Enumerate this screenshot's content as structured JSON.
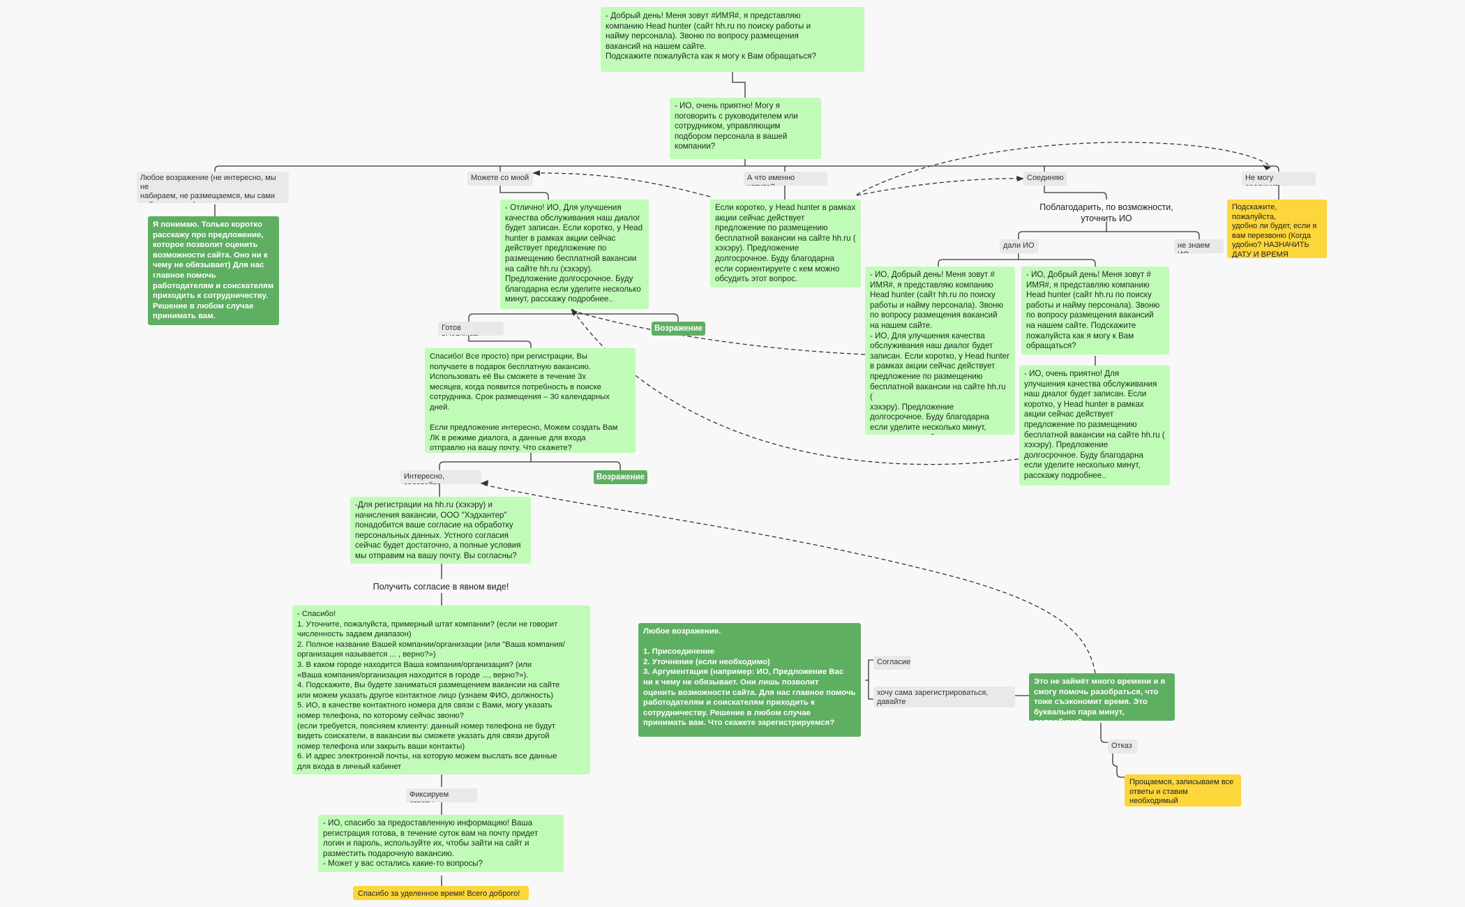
{
  "colors": {
    "light_green": "#c1fbb8",
    "dark_green": "#5faf62",
    "yellow": "#fcd63a",
    "tag_grey": "#e9e9e9",
    "line": "#333333"
  },
  "nodes": {
    "greeting": "- Добрый день! Меня зовут #ИМЯ#, я представляю\nкомпанию Head hunter (сайт hh.ru по поиску работы и\nнайму персонала). Звоню по вопросу размещения\nвакансий  на нашем сайте.\nПодскажите пожалуйста как я могу к Вам обращаться?",
    "ask_manager": "- ИО, очень приятно! Могу я\nпоговорить с руководителем или\nсотрудником, управляющим\nподбором персонала в вашей\nкомпании?",
    "any_objection": "Любое возражение (не интересно, мы не\nнабираем, не размещаемся, мы сами\nнабираем и т.д)",
    "can_with_me": "Можете со мной",
    "what_exactly": "А что именно хотите?",
    "connecting": "Соединяю",
    "cant_connect": "Не могу соединить",
    "understand": "Я понимаю. Только коротко\nрасскажу про предложение,\nкоторое позволит оценить\nвозможности сайта. Оно ни к\nчему не обязывает) Для нас\nглавное помочь\nработодателям и соискателям\nприходить к сотрудничеству.\nРешение в любом случае\nпринимать вам.",
    "excellent": "- Отлично! ИО, Для улучшения\nкачества обслуживания наш диалог\nбудет записан. Если коротко, у Head\nhunter в рамках акции сейчас\nдействует предложение по\nразмещению бесплатной вакансии\nна сайте hh.ru (хэхэру).\nПредложение долгосрочное. Буду\nблагодарна если уделите несколько\nминут, расскажу подробнее..",
    "in_short": "Если коротко, у Head hunter в рамках\nакции сейчас действует\nпредложение по размещению\nбесплатной вакансии на сайте hh.ru (\nхэхэру). Предложение\nдолгосрочное. Буду благодарна\nесли сориентируете с кем можно\nобсудить этот вопрос.",
    "thank_clarify": "Поблагодарить, по возможности,\nуточнить ИО",
    "gave_name": "дали ИО",
    "dont_know_name": "не знаем ИО",
    "ask_callback": "Подскажите, пожалуйста,\nудобно ли будет, если я\nвам перезвоню (Когда\nудобно? НАЗНАЧИТЬ\nДАТУ И ВРЕМЯ\nПЕРЕЗВОНА)?",
    "io_good_day": "- ИО, Добрый день! Меня зовут #\nИМЯ#, я представляю компанию\nHead hunter (сайт hh.ru по поиску\nработы и найму персонала). Звоню\nпо вопросу размещения вакансий\nна нашем сайте.\n- ИО, Для улучшения качества\nобслуживания наш диалог будет\nзаписан. Если коротко, у Head hunter\nв рамках акции сейчас действует\nпредложение по размещению\nбесплатной вакансии на сайте hh.ru (\nхэхэру). Предложение\nдолгосрочное. Буду благодарна\nесли уделите несколько минут,\nрасскажу подробнее..",
    "io_good_day2": "- ИО, Добрый день! Меня зовут #\nИМЯ#, я представляю компанию\nHead hunter (сайт hh.ru по поиску\nработы и найму персонала). Звоню\nпо вопросу размещения вакансий\nна нашем сайте. Подскажите\nпожалуйста как я могу к Вам\nобращаться?",
    "io_pleasure": "- ИО, очень приятно! Для\nулучшения качества обслуживания\nнаш диалог будет записан. Если\nкоротко, у Head hunter в рамках\nакции сейчас действует\nпредложение по размещению\nбесплатной вакансии на сайте hh.ru (\nхэхэру). Предложение\nдолгосрочное. Буду благодарна\nесли уделите несколько минут,\nрасскажу подробнее..",
    "ready_listen": "Готов выслушать",
    "objection1": "Возражение",
    "thanks_simple": "Спасибо! Все просто) при регистрации, Вы\nполучаете в подарок бесплатную вакансию.\nИспользовать её Вы сможете в течение 3х\nмесяцев, когда появится потребность в поиске\nсотрудника. Срок размещения – 30 календарных\nдней.\n\nЕсли предложение интересно, Можем создать Вам\nЛК в режиме диалога, а данные для входа\nотправлю на вашу почту. Что скажете?",
    "interesting": "Интересно, задавайте",
    "objection2": "Возражение",
    "consent_req": "-Для регистрации на hh.ru (хэхэру) и\nначисления вакансии, ООО \"Хэдхантер\"\nпонадобится ваше согласие на обработку\nперсональных данных. Устного согласия\nсейчас будет достаточно, а полные условия\nмы отправим на вашу почту. Вы согласны?",
    "get_consent": "Получить согласие в явном виде!",
    "questions": "- Спасибо!\n1. Уточните, пожалуйста, примерный штат компании? (если не говорит\nчисленность задаем диапазон)\n2. Полное название Вашей компании/организации (или \"Ваша компания/\nорганизация называется ... , верно?»)\n3. В каком городе находится Ваша компания/организация? (или\n«Ваша компания/организация находится в городе ..., верно?»).\n4. Подскажите, Вы будете заниматься размещением вакансии на сайте\nили можем указать другое контактное лицо (узнаем ФИО, должность)\n5. ИО, в качестве контактного номера для связи с Вами, могу указать\nномер телефона, по которому сейчас звоню?\n(если требуется, поясняем клиенту: данный номер телефона не будут\nвидеть соискатели, в вакансии вы сможете указать для связи другой\nномер телефона или закрыть ваши контакты)\n6. И адрес электронной почты, на которую можем выслать все данные\nдля входа в личный кабинет",
    "fix_answers": "Фиксируем ответы",
    "registration_ready": "- ИО, спасибо за предоставленную информацию! Ваша\nрегистрация готова, в течение суток вам на почту придет\nлогин и пароль, используйте их, чтобы зайти на сайт и\nразместить подарочную вакансию.\n- Может у вас остались какие-то вопросы?",
    "thanks_time": "Спасибо за уделенное время! Всего доброго!",
    "any_objection_block": "Любое возражение.\n\n1. Присоединение\n2. Уточнение (если необходимо)\n3. Аргументация (например: ИО, Предложение Вас\nни к чему не обязывает. Они лишь позволит\nоценить возможности сайта. Для нас главное помочь\nработодателям и соискателям приходить к\nсотрудничеству. Решение в любом случае\nпринимать вам. Что скажете зарегистрируемся?",
    "agreement": "Согласие",
    "self_register": "хочу сама зарегистрироваться, давайте\nпозже, пришлите инструкцию и т.д",
    "wont_take_time": "Это не займёт много времени и я\nсмогу помочь разобраться, что\nтоже съэкономит время. Это\nбуквально пара минут, попробуем?",
    "refusal": "Отказ",
    "goodbye": "Прощаемся, записываем все\nответы и ставим необходимый\nстатус"
  }
}
